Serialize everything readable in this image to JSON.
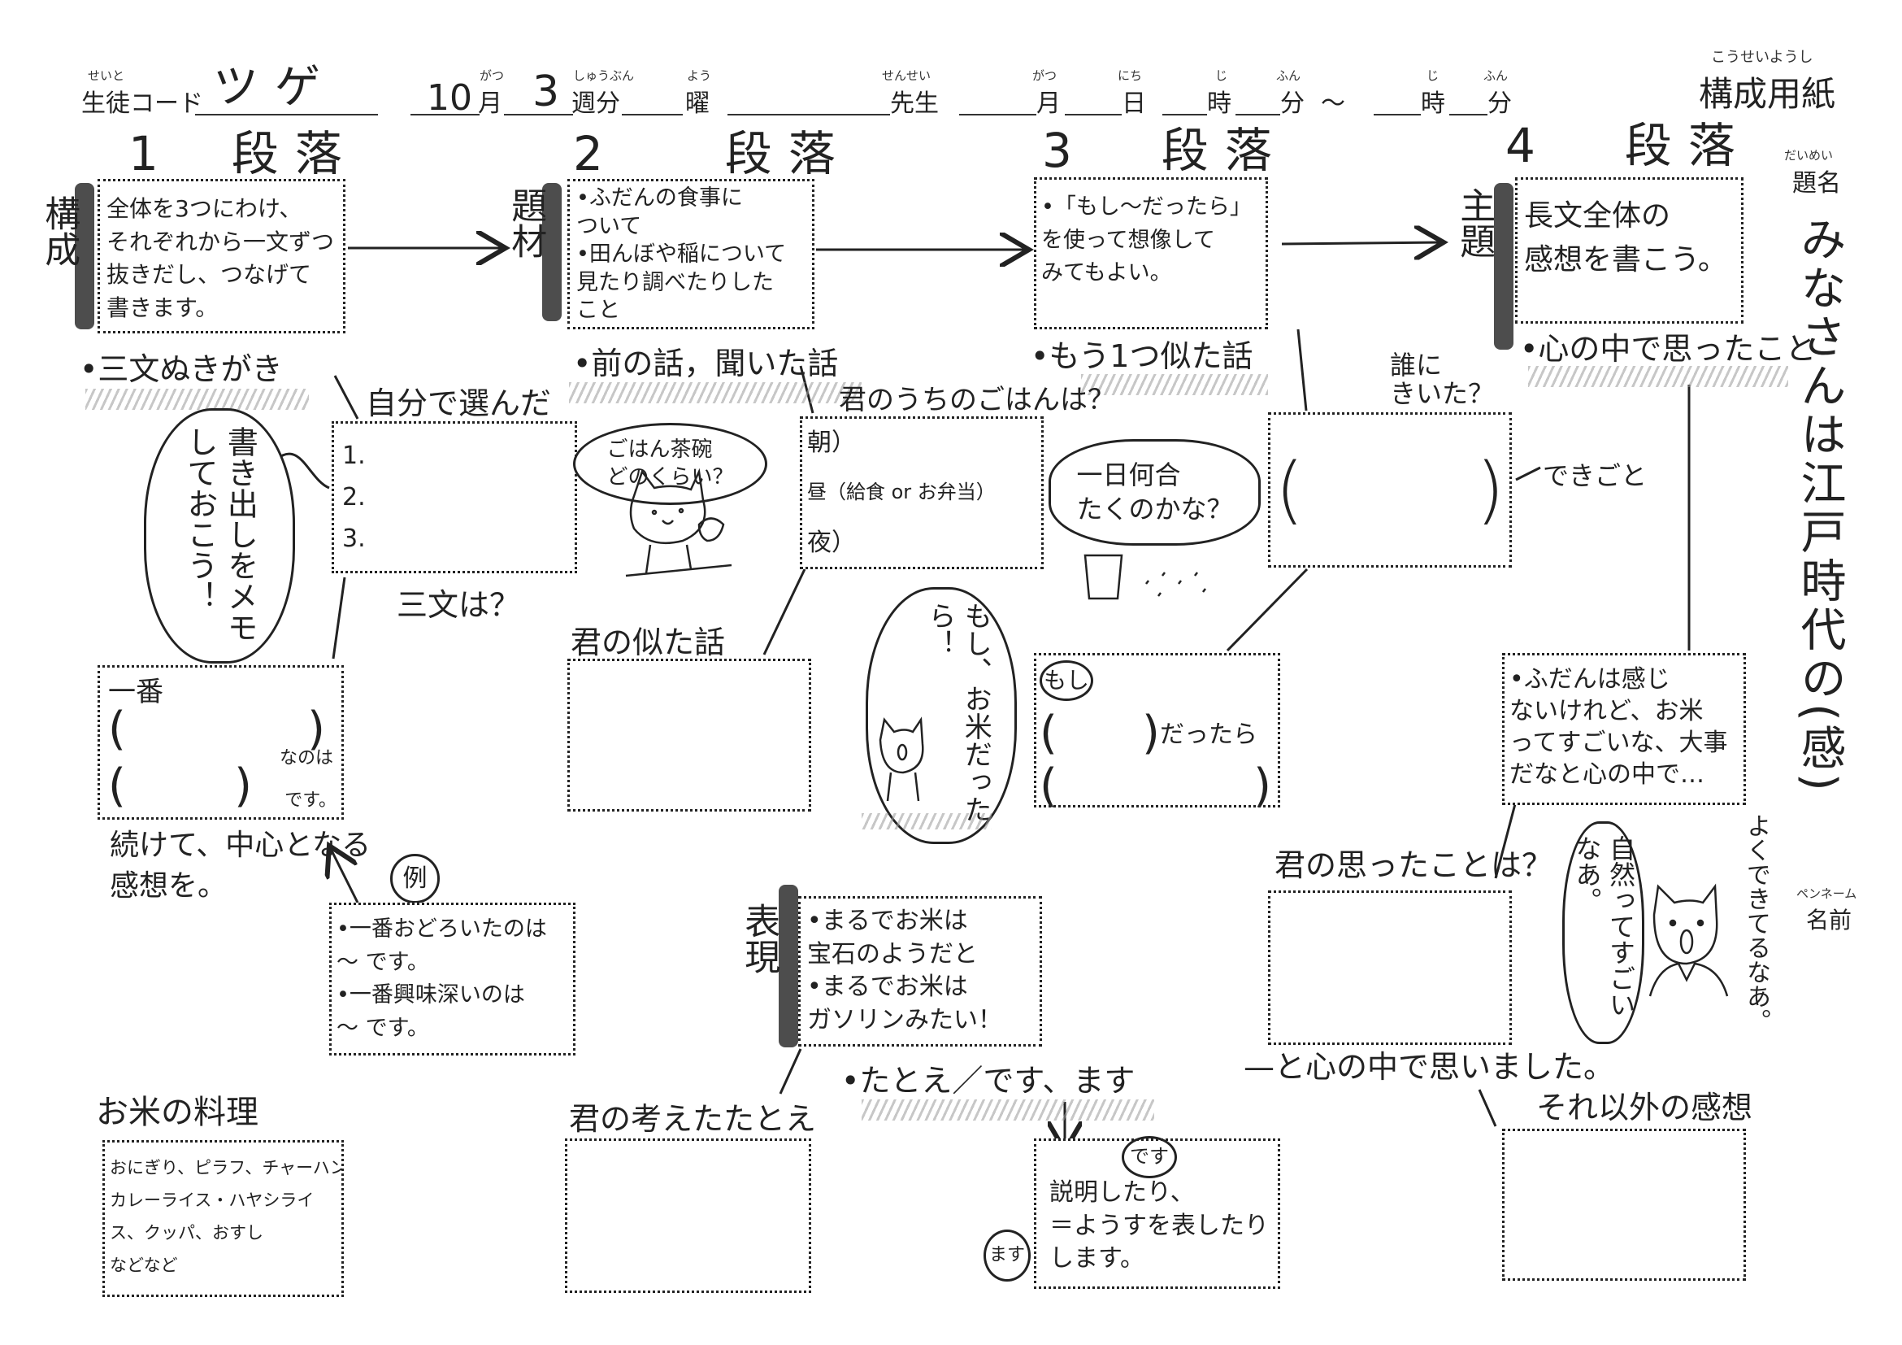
{
  "header": {
    "student_code_ruby": "せいと",
    "student_code_label": "生徒コード",
    "student_code_value": "ツゲ",
    "month_value": "10",
    "month_ruby": "がつ",
    "month_label": "月",
    "week_value": "3",
    "week_ruby": "しゅうぶん",
    "week_label": "週分",
    "day_ruby": "よう",
    "day_label": "曜",
    "teacher_ruby": "せんせい",
    "teacher_label": "先生",
    "date_month_ruby": "がつ",
    "date_month_label": "月",
    "date_day_ruby": "にち",
    "date_day_label": "日",
    "start_hour_ruby": "じ",
    "start_hour_label": "時",
    "start_min_ruby": "ふん",
    "start_min_label": "分",
    "tilde": "～",
    "end_hour_ruby": "じ",
    "end_hour_label": "時",
    "end_min_ruby": "ふん",
    "end_min_label": "分",
    "sheet_title_ruby": "こうせいようし",
    "sheet_title": "構成用紙"
  },
  "side_panel": {
    "title_ruby": "だいめい",
    "title_label": "題名",
    "title_value": "みなさんは江戸時代の(感)",
    "name_ruby": "ペンネーム",
    "name_label": "名前"
  },
  "paragraphs": [
    {
      "number": "1",
      "label": "段落",
      "tag": "構成",
      "text": "全体を3つにわけ、\nそれぞれから一文ずつ\n抜きだし、つなげて\n書きます。"
    },
    {
      "number": "2",
      "label": "段落",
      "tag": "題材",
      "text": "•ふだんの食事に\nついて\n•田んぼや稲について\n見たり調べたりした\nこと"
    },
    {
      "number": "3",
      "label": "段落",
      "tag": "",
      "text": "•「もし〜だったら」\nを使って想像して\nみてもよい。"
    },
    {
      "number": "4",
      "label": "段落",
      "tag": "主題",
      "text": "長文全体の\n感想を書こう。"
    }
  ],
  "sections": {
    "p1_heading": "•三文ぬきがき",
    "p2_heading": "•前の話，聞いた話",
    "p3_heading": "•もう1つ似た話",
    "p4_heading": "•心の中で思ったこと",
    "self_chosen": "自分で選んだ",
    "three_items": [
      "1.",
      "2.",
      "3."
    ],
    "memo_bubble": "書き出しをメモしておこう！",
    "three_sentences_q": "三文は？",
    "most_box": {
      "first": "一番",
      "naonoha": "なのは",
      "desu": "です。"
    },
    "continue_note": "続けて、中心となる\n感想を。",
    "example_mark": "例",
    "example_box": "•一番おどろいたのは\n〜 です。\n•一番興味深いのは\n〜 です。",
    "rice_bowl_bubble": "ごはん茶碗\nどのくらい？",
    "your_rice_q": "君のうちのごはんは？",
    "meals": [
      "朝）",
      "昼（給食 or お弁当）",
      "夜）"
    ],
    "how_many_bubble": "一日何合\nたくのかな？",
    "who_asked": "誰に\nきいた？",
    "event": "できごと",
    "similar_story_label": "君の似た話",
    "if_rice_bubble": "もし、お米だったら！",
    "moshi_mark": "もし",
    "dattara": "だったら",
    "feeling_box": "•ふだんは感じ\nないけれど、お米\nってすごいな、大事\nだなと心の中で…",
    "your_thought_q": "君の思ったことは？",
    "nature_bubble": "自然ってすごいなあ。",
    "well_made": "よくできてるなあ。",
    "thought_in_heart": "—と心の中で思いました。",
    "expression_tag": "表現",
    "expression_box": "•まるでお米は\n宝石のようだと\n•まるでお米は\nガソリンみたい！",
    "simile_heading": "•たとえ／です、ます",
    "your_simile_label": "君の考えたたとえ",
    "desu_mark": "です",
    "masu_mark": "ます",
    "desu_masu_box": "説明したり、\n＝ようすを表したり\nします。",
    "other_impressions_label": "それ以外の感想",
    "rice_dishes_label": "お米の料理",
    "rice_dishes_box": "おにぎり、ピラフ、チャーハン\nカレーライス・ハヤシライ\nス、クッパ、おすし\nなどなど"
  }
}
